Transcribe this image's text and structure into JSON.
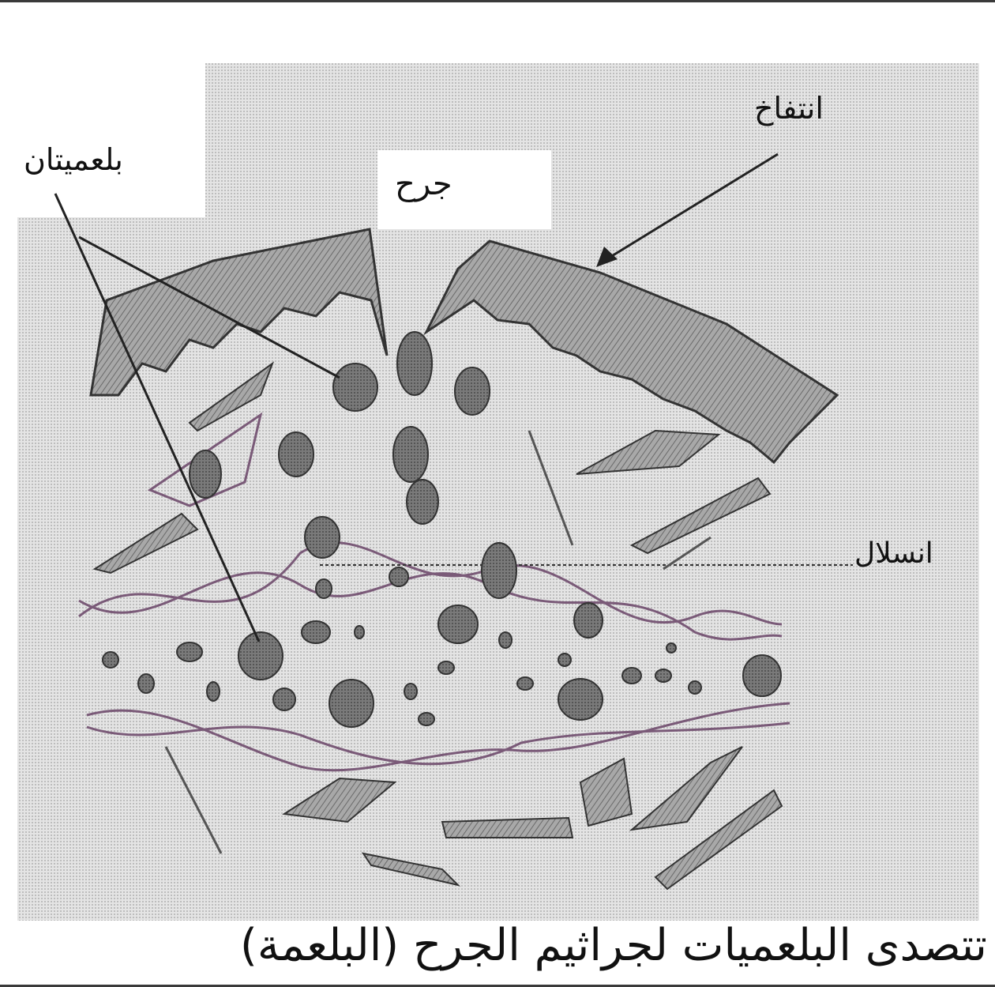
{
  "labels": {
    "phagocytes": "بلعميتان",
    "wound": "جرح",
    "swelling": "انتفاخ",
    "diapedesis": "انسلال"
  },
  "caption": "تتصدى البلعميات لجراثيم الجرح (البلعمة)",
  "colors": {
    "background": "#ffffff",
    "tissue": "#d9d9d9",
    "epidermis": "#9a9a9a",
    "cell": "#6f6f6f",
    "vessel": "#7a5a78",
    "line": "#2b2b2b"
  }
}
